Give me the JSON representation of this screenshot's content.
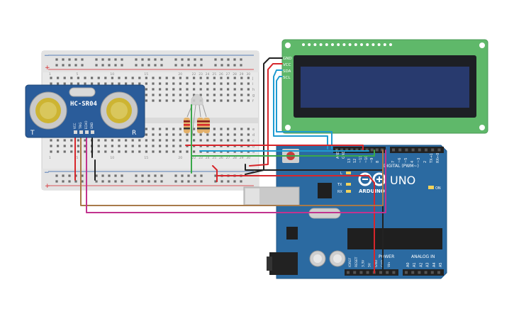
{
  "ultrasonic": {
    "model": "HC-SR04",
    "letter_left": "T",
    "letter_right": "R",
    "pins": [
      "VCC",
      "TRIG",
      "ECHO",
      "GND"
    ]
  },
  "breadboard": {
    "plus": "+",
    "minus": "−",
    "row_letters": [
      "a",
      "b",
      "c",
      "d",
      "e",
      "f",
      "g",
      "h",
      "i",
      "j"
    ],
    "col_numbers": [
      "1",
      "5",
      "10",
      "15",
      "20",
      "22",
      "23",
      "24",
      "25",
      "26",
      "27",
      "28",
      "29",
      "30"
    ]
  },
  "lcd": {
    "pins": [
      "GND",
      "VCC",
      "SDA",
      "SCL"
    ]
  },
  "arduino": {
    "model_label": "UNO",
    "brand": "ARDUINO",
    "aref": "AREF",
    "gnd": "GND",
    "digital_nums": [
      "13",
      "12",
      "~11",
      "~10",
      "~9",
      "8",
      "7",
      "~6",
      "~5",
      "4",
      "~3",
      "2",
      "TX→1",
      "RX←0"
    ],
    "digital_label": "DIGITAL (PWM~)",
    "led_l": "L",
    "led_tx": "TX",
    "led_rx": "RX",
    "led_on": "ON",
    "power_label": "POWER",
    "power_pins": [
      "IOREF",
      "RESET",
      "3.3V",
      "5V",
      "GND",
      "GND",
      "Vin"
    ],
    "analog_label": "ANALOG IN",
    "analog_pins": [
      "A0",
      "A1",
      "A2",
      "A3",
      "A4",
      "A5"
    ]
  },
  "colors": {
    "board_blue": "#2b6aa1",
    "lcd_green": "#5fb86a",
    "sensor_blue": "#2a5c9a",
    "wire_red": "#d7262b",
    "wire_black": "#222222",
    "wire_cyan": "#1f9bd1",
    "wire_green": "#3aa84a",
    "wire_magenta": "#c2338f",
    "wire_brown": "#a87a4a"
  }
}
